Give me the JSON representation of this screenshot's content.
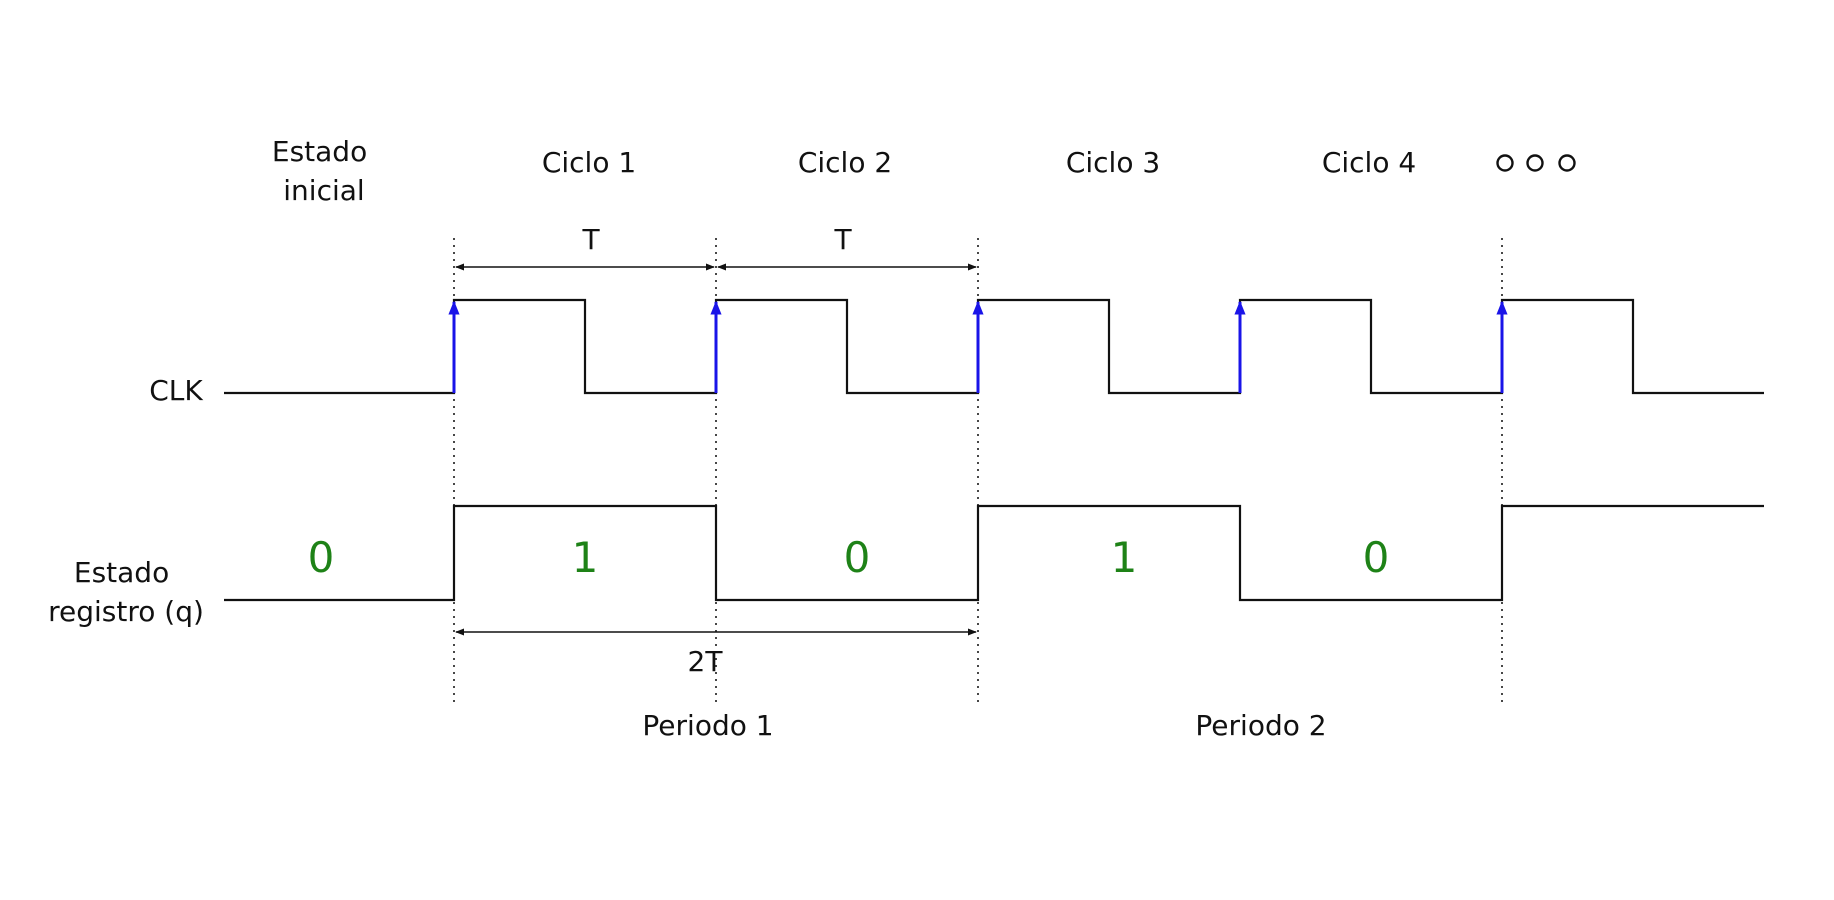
{
  "header": {
    "initial_state": [
      "Estado",
      "inicial"
    ],
    "cycles": [
      "Ciclo 1",
      "Ciclo 2",
      "Ciclo 3",
      "Ciclo 4"
    ],
    "continuation_icon": "three-small-circles"
  },
  "signals": {
    "clk_label": "CLK",
    "register_label": [
      "Estado",
      "registro (q)"
    ]
  },
  "register_values": [
    "0",
    "1",
    "0",
    "1",
    "0"
  ],
  "dimensions": {
    "cycle_period": "T",
    "register_period": "2T"
  },
  "periods": [
    "Periodo 1",
    "Periodo 2"
  ],
  "colors": {
    "waveform": "#111111",
    "rising_edge_arrow": "#1a14e8",
    "register_value": "#1e8217"
  },
  "timing": {
    "clk_high_fraction": 0.5,
    "rising_edges": 5,
    "register_levels": [
      0,
      1,
      0,
      1,
      0,
      1
    ]
  }
}
